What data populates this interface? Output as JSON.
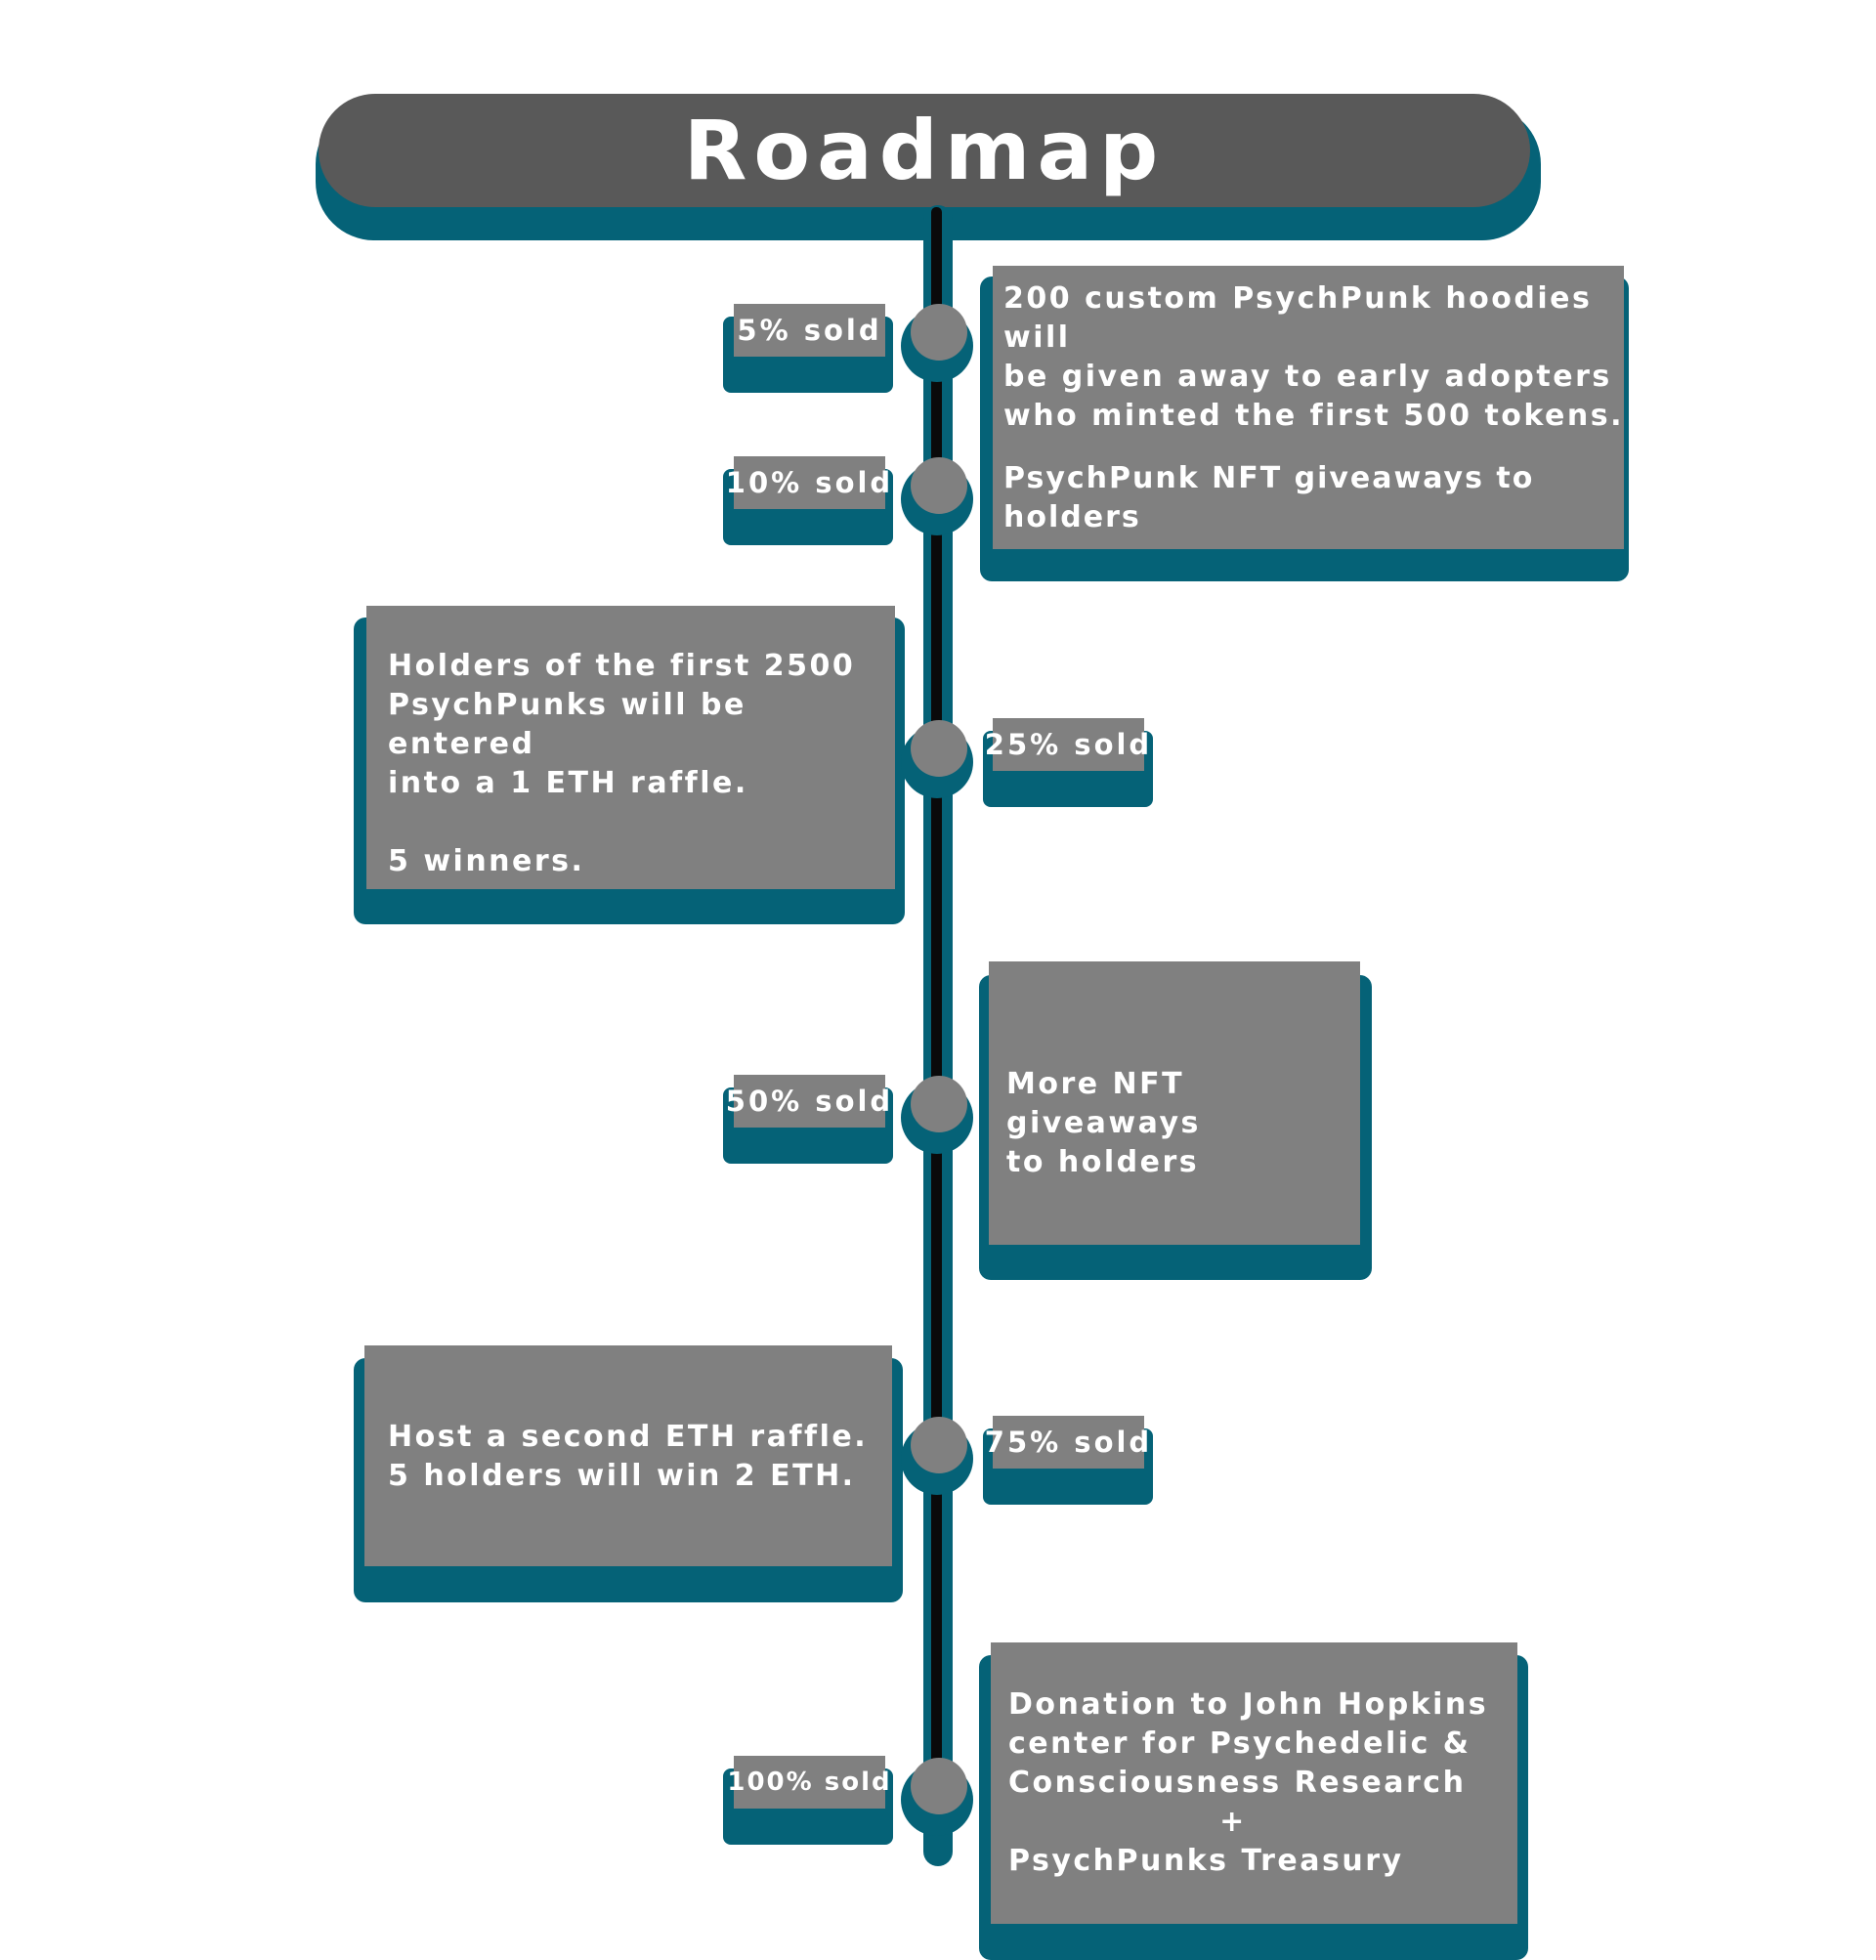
{
  "title": "Roadmap",
  "milestones": [
    {
      "label": "5% sold"
    },
    {
      "label": "10% sold"
    },
    {
      "label": "25% sold"
    },
    {
      "label": "50% sold"
    },
    {
      "label": "75% sold"
    },
    {
      "label": "100% sold"
    }
  ],
  "descriptions": [
    "200 custom PsychPunk hoodies will\nbe given away to early adopters\nwho minted the first 500 tokens.",
    "PsychPunk NFT giveaways to holders",
    "Holders of the first 2500\nPsychPunks will be entered\ninto a 1 ETH raffle.\n\n5 winners.",
    "More NFT giveaways\nto holders",
    "Host a second ETH raffle.\n5 holders will win 2 ETH.",
    "Donation to John Hopkins\ncenter for Psychedelic &\nConsciousness Research",
    "+",
    "PsychPunks Treasury"
  ],
  "colors": {
    "box": "#808080",
    "title_bar": "#595959",
    "shadow": "#056277",
    "line": "#0a0a0a",
    "text": "#ffffff"
  }
}
